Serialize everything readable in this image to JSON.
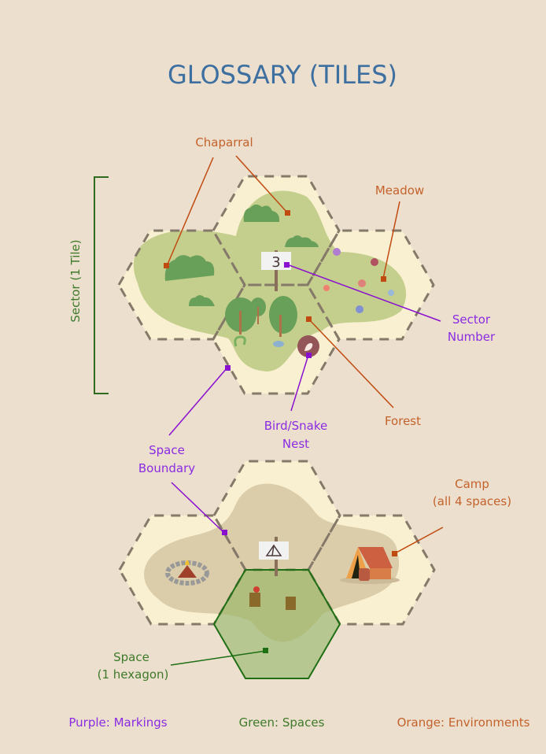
{
  "title": "GLOSSARY (TILES)",
  "colors": {
    "background": "#ecdfce",
    "title": "#3d6fa0",
    "orange": "#c4622c",
    "purple": "#8a2be2",
    "green": "#3e7a2a",
    "hex_fill": "#f8f0d0"
  },
  "sector": {
    "label": "Sector (1 Tile)",
    "number": "3"
  },
  "labels": {
    "chaparral": "Chaparral",
    "meadow": "Meadow",
    "sector_number": [
      "Sector",
      "Number"
    ],
    "forest": "Forest",
    "nest": [
      "Bird/Snake",
      "Nest"
    ],
    "space_boundary": [
      "Space",
      "Boundary"
    ],
    "camp": [
      "Camp",
      "(all 4 spaces)"
    ],
    "space": [
      "Space",
      "(1 hexagon)"
    ]
  },
  "legend": {
    "purple": "Purple: Markings",
    "green": "Green: Spaces",
    "orange": "Orange: Environments"
  }
}
